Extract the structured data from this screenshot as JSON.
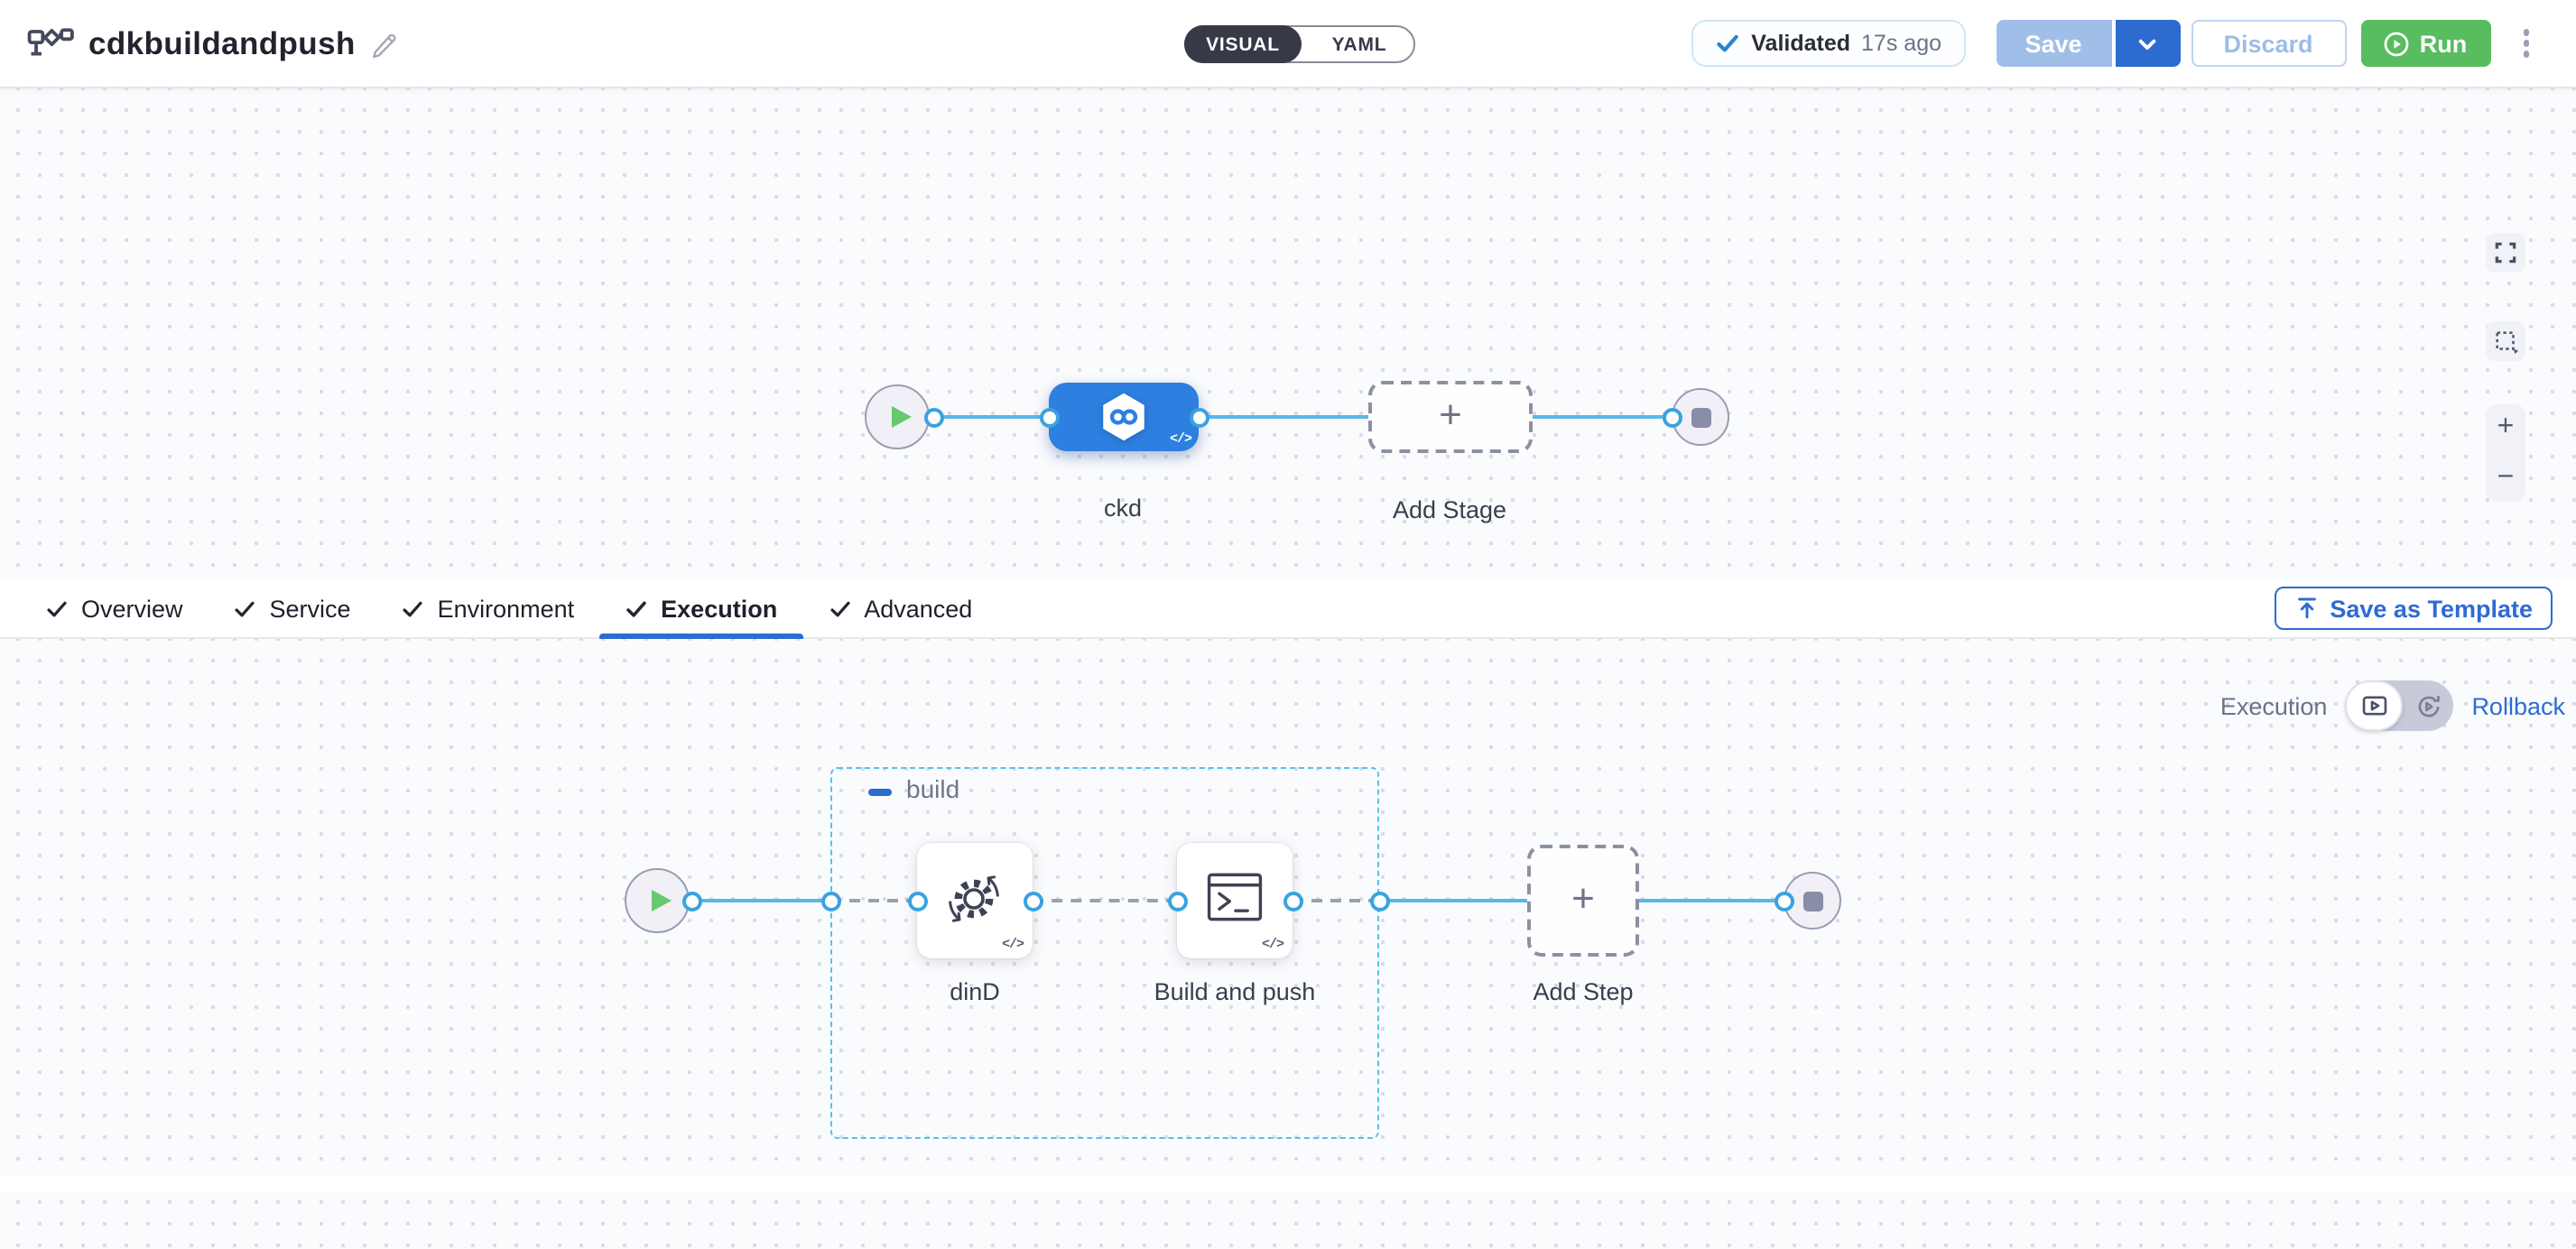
{
  "header": {
    "title": "cdkbuildandpush",
    "mode_toggle": {
      "visual": "VISUAL",
      "yaml": "YAML"
    },
    "validated": {
      "label": "Validated",
      "time": "17s ago"
    },
    "save_label": "Save",
    "discard_label": "Discard",
    "run_label": "Run"
  },
  "pipeline_canvas": {
    "stage_name": "ckd",
    "add_stage_label": "Add Stage"
  },
  "tabs": {
    "items": [
      {
        "label": "Overview",
        "active": false
      },
      {
        "label": "Service",
        "active": false
      },
      {
        "label": "Environment",
        "active": false
      },
      {
        "label": "Execution",
        "active": true
      },
      {
        "label": "Advanced",
        "active": false
      }
    ],
    "save_as_template_label": "Save as Template"
  },
  "execution": {
    "view_label": "Execution",
    "rollback_label": "Rollback",
    "group_name": "build",
    "steps": [
      {
        "name": "dinD"
      },
      {
        "name": "Build and push"
      }
    ],
    "add_step_label": "Add Step"
  },
  "glyphs": {
    "plus": "+",
    "zoom_in": "+",
    "zoom_out": "−",
    "code_badge": "</>"
  },
  "colors": {
    "accent_blue": "#2c6bcf",
    "link_blue": "#2f6bd2",
    "run_green": "#57bd5e",
    "stage_blue": "#2d7fe0",
    "connector_blue": "#58b8e8",
    "port_blue": "#3aa2e0",
    "group_border_blue": "#57c1ec",
    "validated_check_blue": "#2784d2",
    "play_green": "#66c96e",
    "toggle_dark": "#383946"
  }
}
